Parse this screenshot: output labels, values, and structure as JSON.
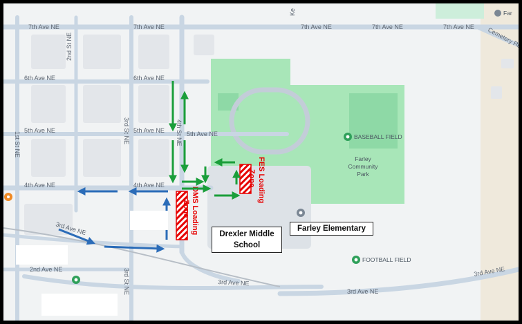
{
  "streets": {
    "seventh_ave_1": "7th Ave NE",
    "seventh_ave_2": "7th Ave NE",
    "seventh_ave_3": "7th Ave NE",
    "seventh_ave_4": "7th Ave NE",
    "seventh_ave_5": "7th Ave NE",
    "sixth_ave_1": "6th Ave NE",
    "sixth_ave_2": "6th Ave NE",
    "fifth_ave_1": "5th Ave NE",
    "fifth_ave_2": "5th Ave NE",
    "fifth_ave_3": "5th Ave NE",
    "fourth_ave_1": "4th Ave NE",
    "fourth_ave_2": "4th Ave NE",
    "third_ave_1": "3rd Ave NE",
    "third_ave_2": "3rd Ave NE",
    "third_ave_3": "3rd Ave NE",
    "third_ave_4": "3rd Ave NE",
    "second_ave": "2nd Ave NE",
    "first_st": "1st St NE",
    "second_st": "2nd St NE",
    "third_st_1": "3rd St NE",
    "third_st_2": "3rd St NE",
    "fourth_st": "4th St NE",
    "cemetery": "Cemetery Rd",
    "ke": "Ke"
  },
  "places": {
    "baseball": "BASEBALL FIELD",
    "football": "FOOTBALL FIELD",
    "park_line1": "Farley",
    "park_line2": "Community",
    "park_line3": "Park",
    "far_top": "Far"
  },
  "zones": {
    "fes_line1": "FES Loading",
    "fes_line2": "Zone",
    "dms_line1": "DMS Loading",
    "dms_line2": "Zone"
  },
  "schools": {
    "drexler_line1": "Drexler Middle",
    "drexler_line2": "School",
    "farley": "Farley Elementary"
  },
  "colors": {
    "green_arrow": "#1a9e3a",
    "blue_arrow": "#2b6cb8",
    "zone_red": "#e60000",
    "park_green": "#a8e6b8",
    "road": "#c9d6e3"
  }
}
